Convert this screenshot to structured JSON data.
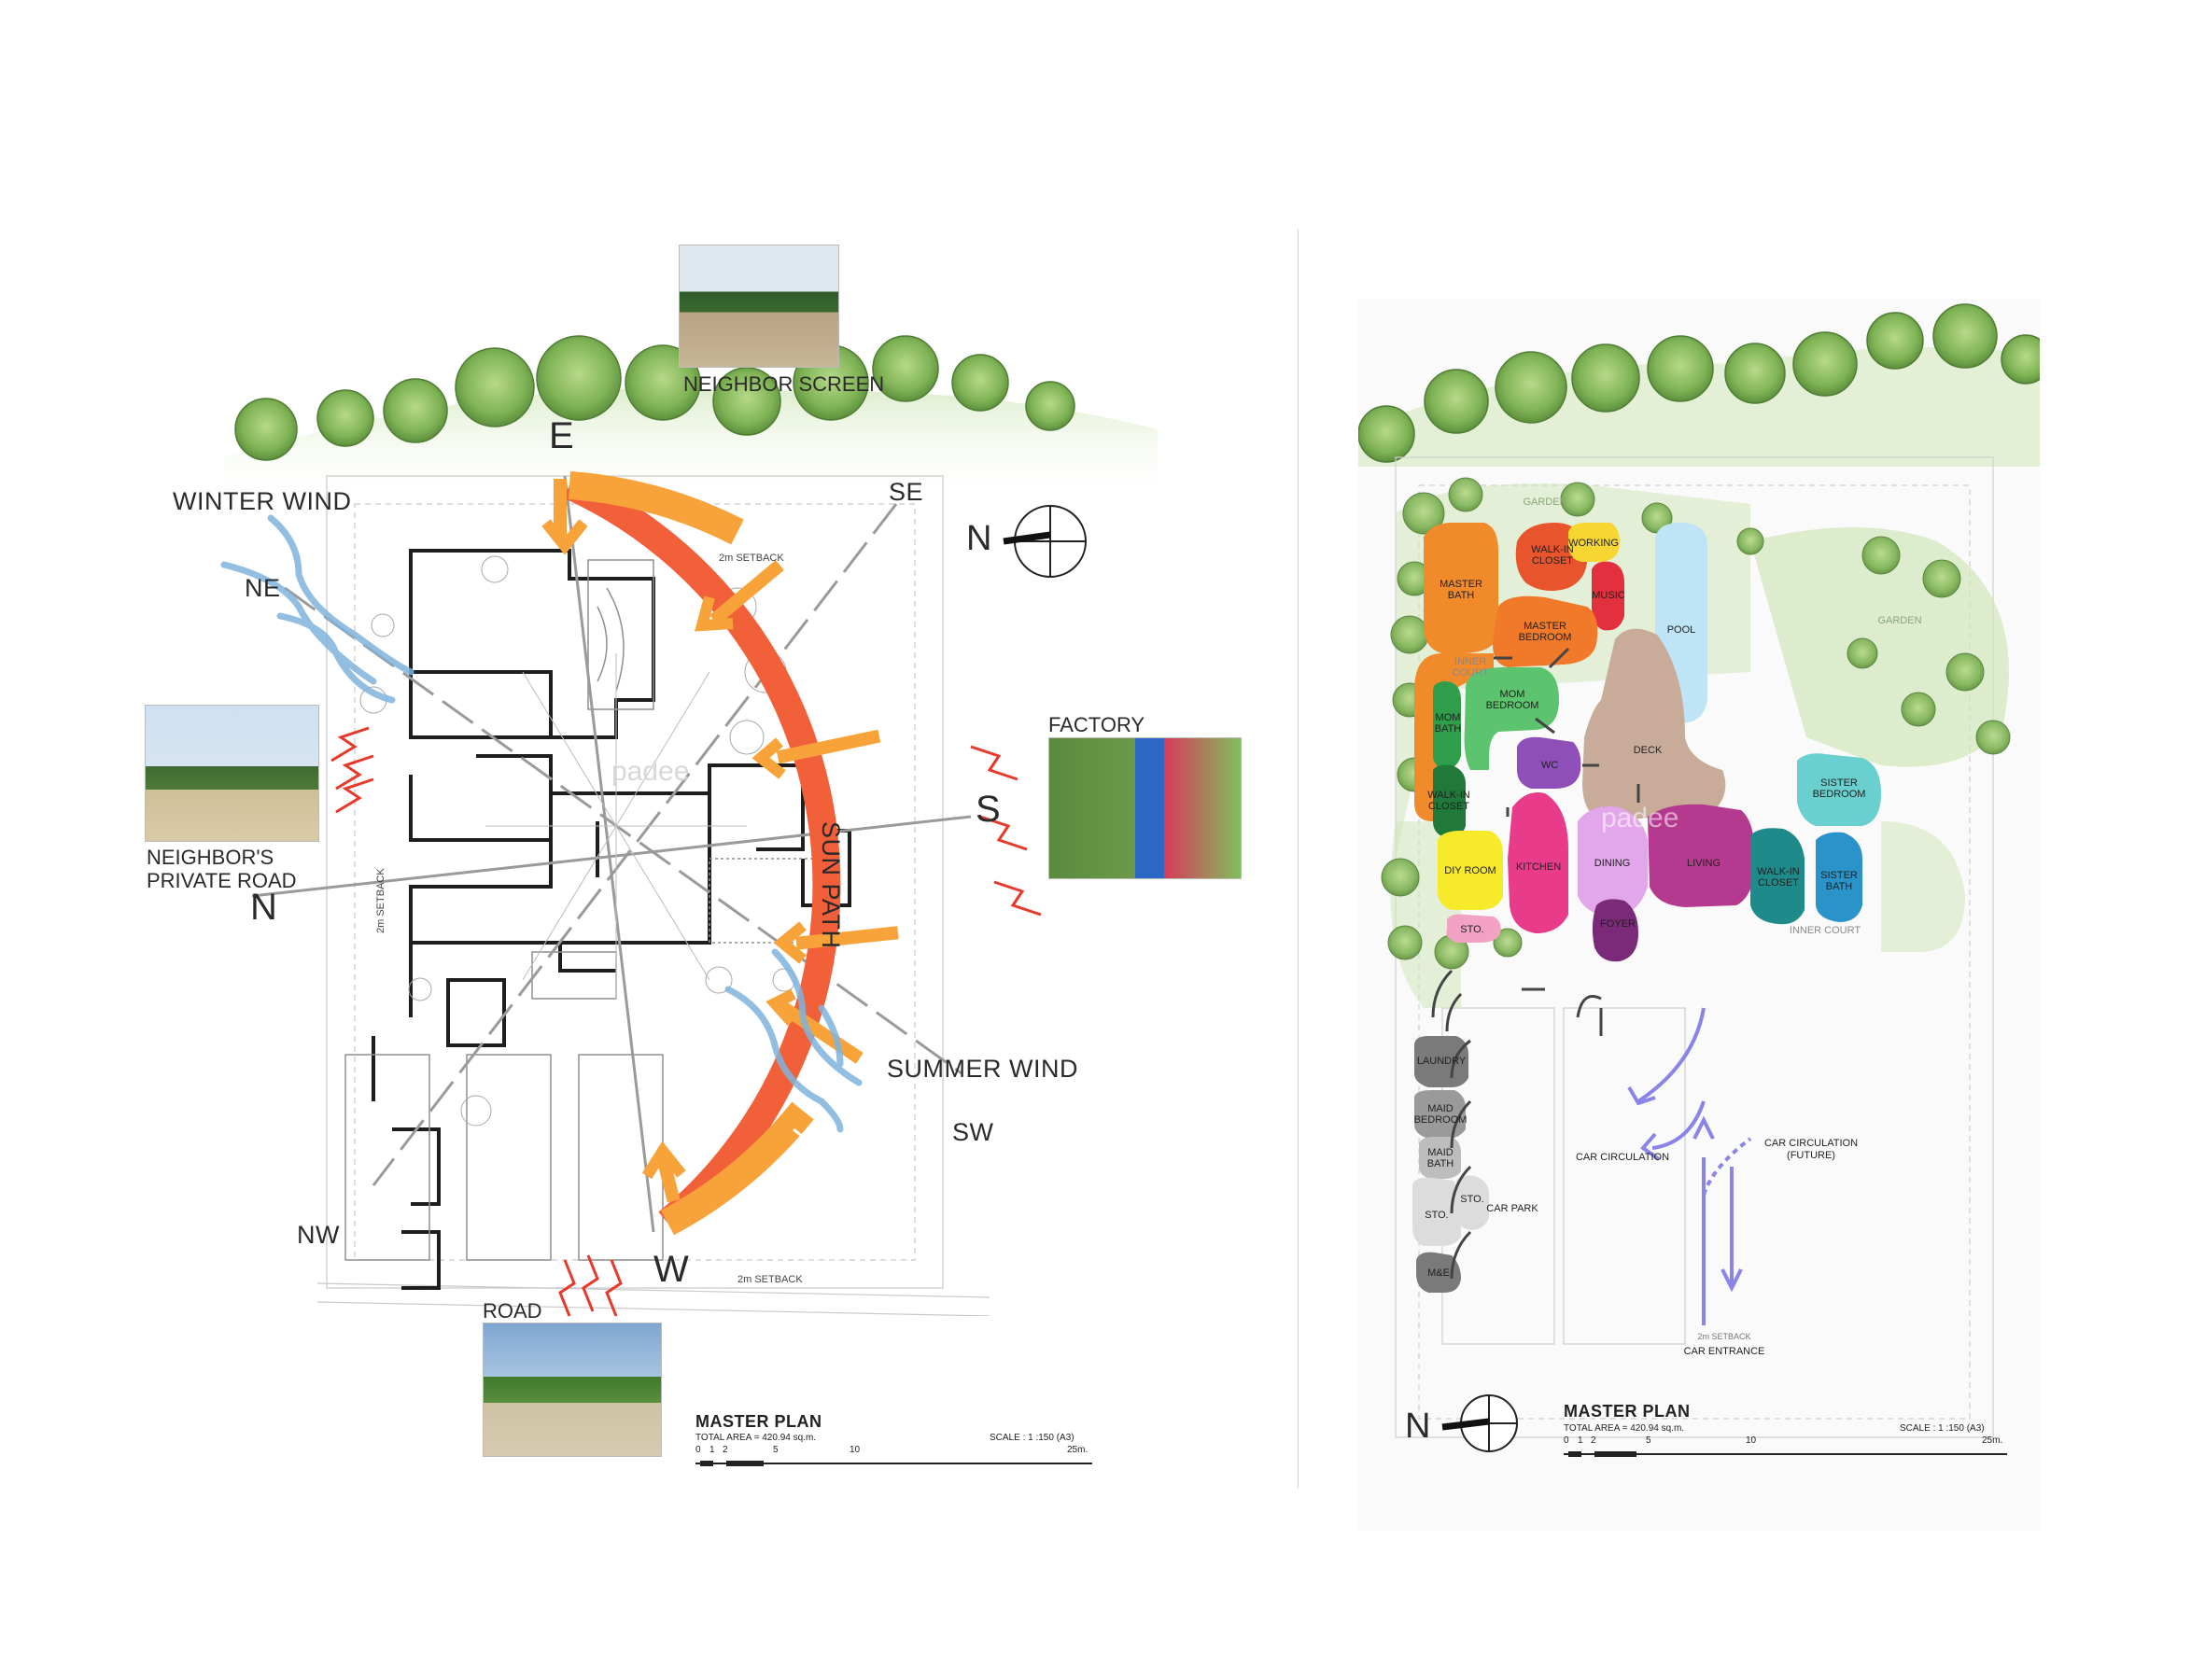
{
  "left": {
    "labels": {
      "winter_wind": "WINTER WIND",
      "summer_wind": "SUMMER WIND",
      "ne": "NE",
      "se": "SE",
      "sw": "SW",
      "nw": "NW",
      "e": "E",
      "s": "S",
      "w": "W",
      "n": "N",
      "sun_path": "SUN PATH",
      "neighbor_screen": "NEIGHBOR SCREEN",
      "neighbor_private_road_1": "NEIGHBOR'S",
      "neighbor_private_road_2": "PRIVATE ROAD",
      "factory": "FACTORY",
      "road": "ROAD",
      "setback_top": "2m SETBACK",
      "setback_bottom": "2m SETBACK",
      "setback_side": "2m SETBACK",
      "watermark": "padee"
    },
    "compass_n": "N",
    "title_block": {
      "title": "MASTER PLAN",
      "total_area": "TOTAL AREA    = 420.94 sq.m.",
      "scale": "SCALE : 1 :150 (A3)",
      "ticks": [
        "0",
        "1",
        "2",
        "5",
        "10",
        "25m."
      ]
    }
  },
  "right": {
    "rooms": [
      {
        "id": "master-bath",
        "label": "MASTER\nBATH",
        "color": "#f08a2a"
      },
      {
        "id": "walk-in-closet-master",
        "label": "WALK-IN\nCLOSET",
        "color": "#e8542c"
      },
      {
        "id": "working",
        "label": "WORKING",
        "color": "#f7d631"
      },
      {
        "id": "music",
        "label": "MUSIC",
        "color": "#e2303f"
      },
      {
        "id": "master-bedroom",
        "label": "MASTER\nBEDROOM",
        "color": "#f07a2a"
      },
      {
        "id": "pool",
        "label": "POOL",
        "color": "#bfe4f5"
      },
      {
        "id": "garden-right",
        "label": "GARDEN",
        "color": "#cfe6b8"
      },
      {
        "id": "garden-top",
        "label": "GARDEN",
        "color": "#cfe6b8"
      },
      {
        "id": "inner-court-left",
        "label": "INNER\nCOURT",
        "color": "#eeeeee"
      },
      {
        "id": "mom-bath",
        "label": "MOM\nBATH",
        "color": "#2e9e4a"
      },
      {
        "id": "mom-bedroom",
        "label": "MOM\nBEDROOM",
        "color": "#5cc46e"
      },
      {
        "id": "walk-in-closet-mom",
        "label": "WALK-IN\nCLOSET",
        "color": "#1f7a3a"
      },
      {
        "id": "wc",
        "label": "WC",
        "color": "#8e4fb8"
      },
      {
        "id": "deck",
        "label": "DECK",
        "color": "#c9ab9a"
      },
      {
        "id": "sister-bedroom",
        "label": "SISTER\nBEDROOM",
        "color": "#69cfcf"
      },
      {
        "id": "diy-room",
        "label": "DIY ROOM",
        "color": "#f7ea2a"
      },
      {
        "id": "kitchen",
        "label": "KITCHEN",
        "color": "#e83b8a"
      },
      {
        "id": "dining",
        "label": "DINING",
        "color": "#e2a6ea"
      },
      {
        "id": "living",
        "label": "LIVING",
        "color": "#b5398e"
      },
      {
        "id": "walk-in-closet-sister",
        "label": "WALK-IN\nCLOSET",
        "color": "#1e8a8a"
      },
      {
        "id": "sister-bath",
        "label": "SISTER\nBATH",
        "color": "#2a93c9"
      },
      {
        "id": "sto-1",
        "label": "STO.",
        "color": "#f2a3c4"
      },
      {
        "id": "foyer",
        "label": "FOYER",
        "color": "#7a2a78"
      },
      {
        "id": "inner-court-right",
        "label": "INNER COURT",
        "color": "#eeeeee"
      },
      {
        "id": "laundry",
        "label": "LAUNDRY",
        "color": "#7a7a7a"
      },
      {
        "id": "maid-bedroom",
        "label": "MAID\nBEDROOM",
        "color": "#9a9a9a"
      },
      {
        "id": "maid-bath",
        "label": "MAID\nBATH",
        "color": "#bdbdbd"
      },
      {
        "id": "sto-2",
        "label": "STO.",
        "color": "#dcdcdc"
      },
      {
        "id": "sto-3",
        "label": "STO.",
        "color": "#dcdcdc"
      },
      {
        "id": "me",
        "label": "M&E",
        "color": "#7a7a7a"
      }
    ],
    "labels": {
      "car_circulation": "CAR  CIRCULATION",
      "car_circulation_future_1": "CAR  CIRCULATION",
      "car_circulation_future_2": "(FUTURE)",
      "car_park": "CAR PARK",
      "car_entrance": "CAR  ENTRANCE",
      "setback": "2m SETBACK",
      "watermark": "padee"
    },
    "compass_n": "N",
    "title_block": {
      "title": "MASTER PLAN",
      "total_area": "TOTAL AREA    = 420.94 sq.m.",
      "scale": "SCALE : 1 :150 (A3)",
      "ticks": [
        "0",
        "1",
        "2",
        "5",
        "10",
        "25m."
      ]
    }
  },
  "colors": {
    "sun_path": "#f2603a",
    "sun_arrow": "#f7a33a",
    "wind": "#7fb3dc",
    "noise": "#e8382a",
    "tree": "#8cc06a",
    "car_arrow": "#8a84e8"
  }
}
